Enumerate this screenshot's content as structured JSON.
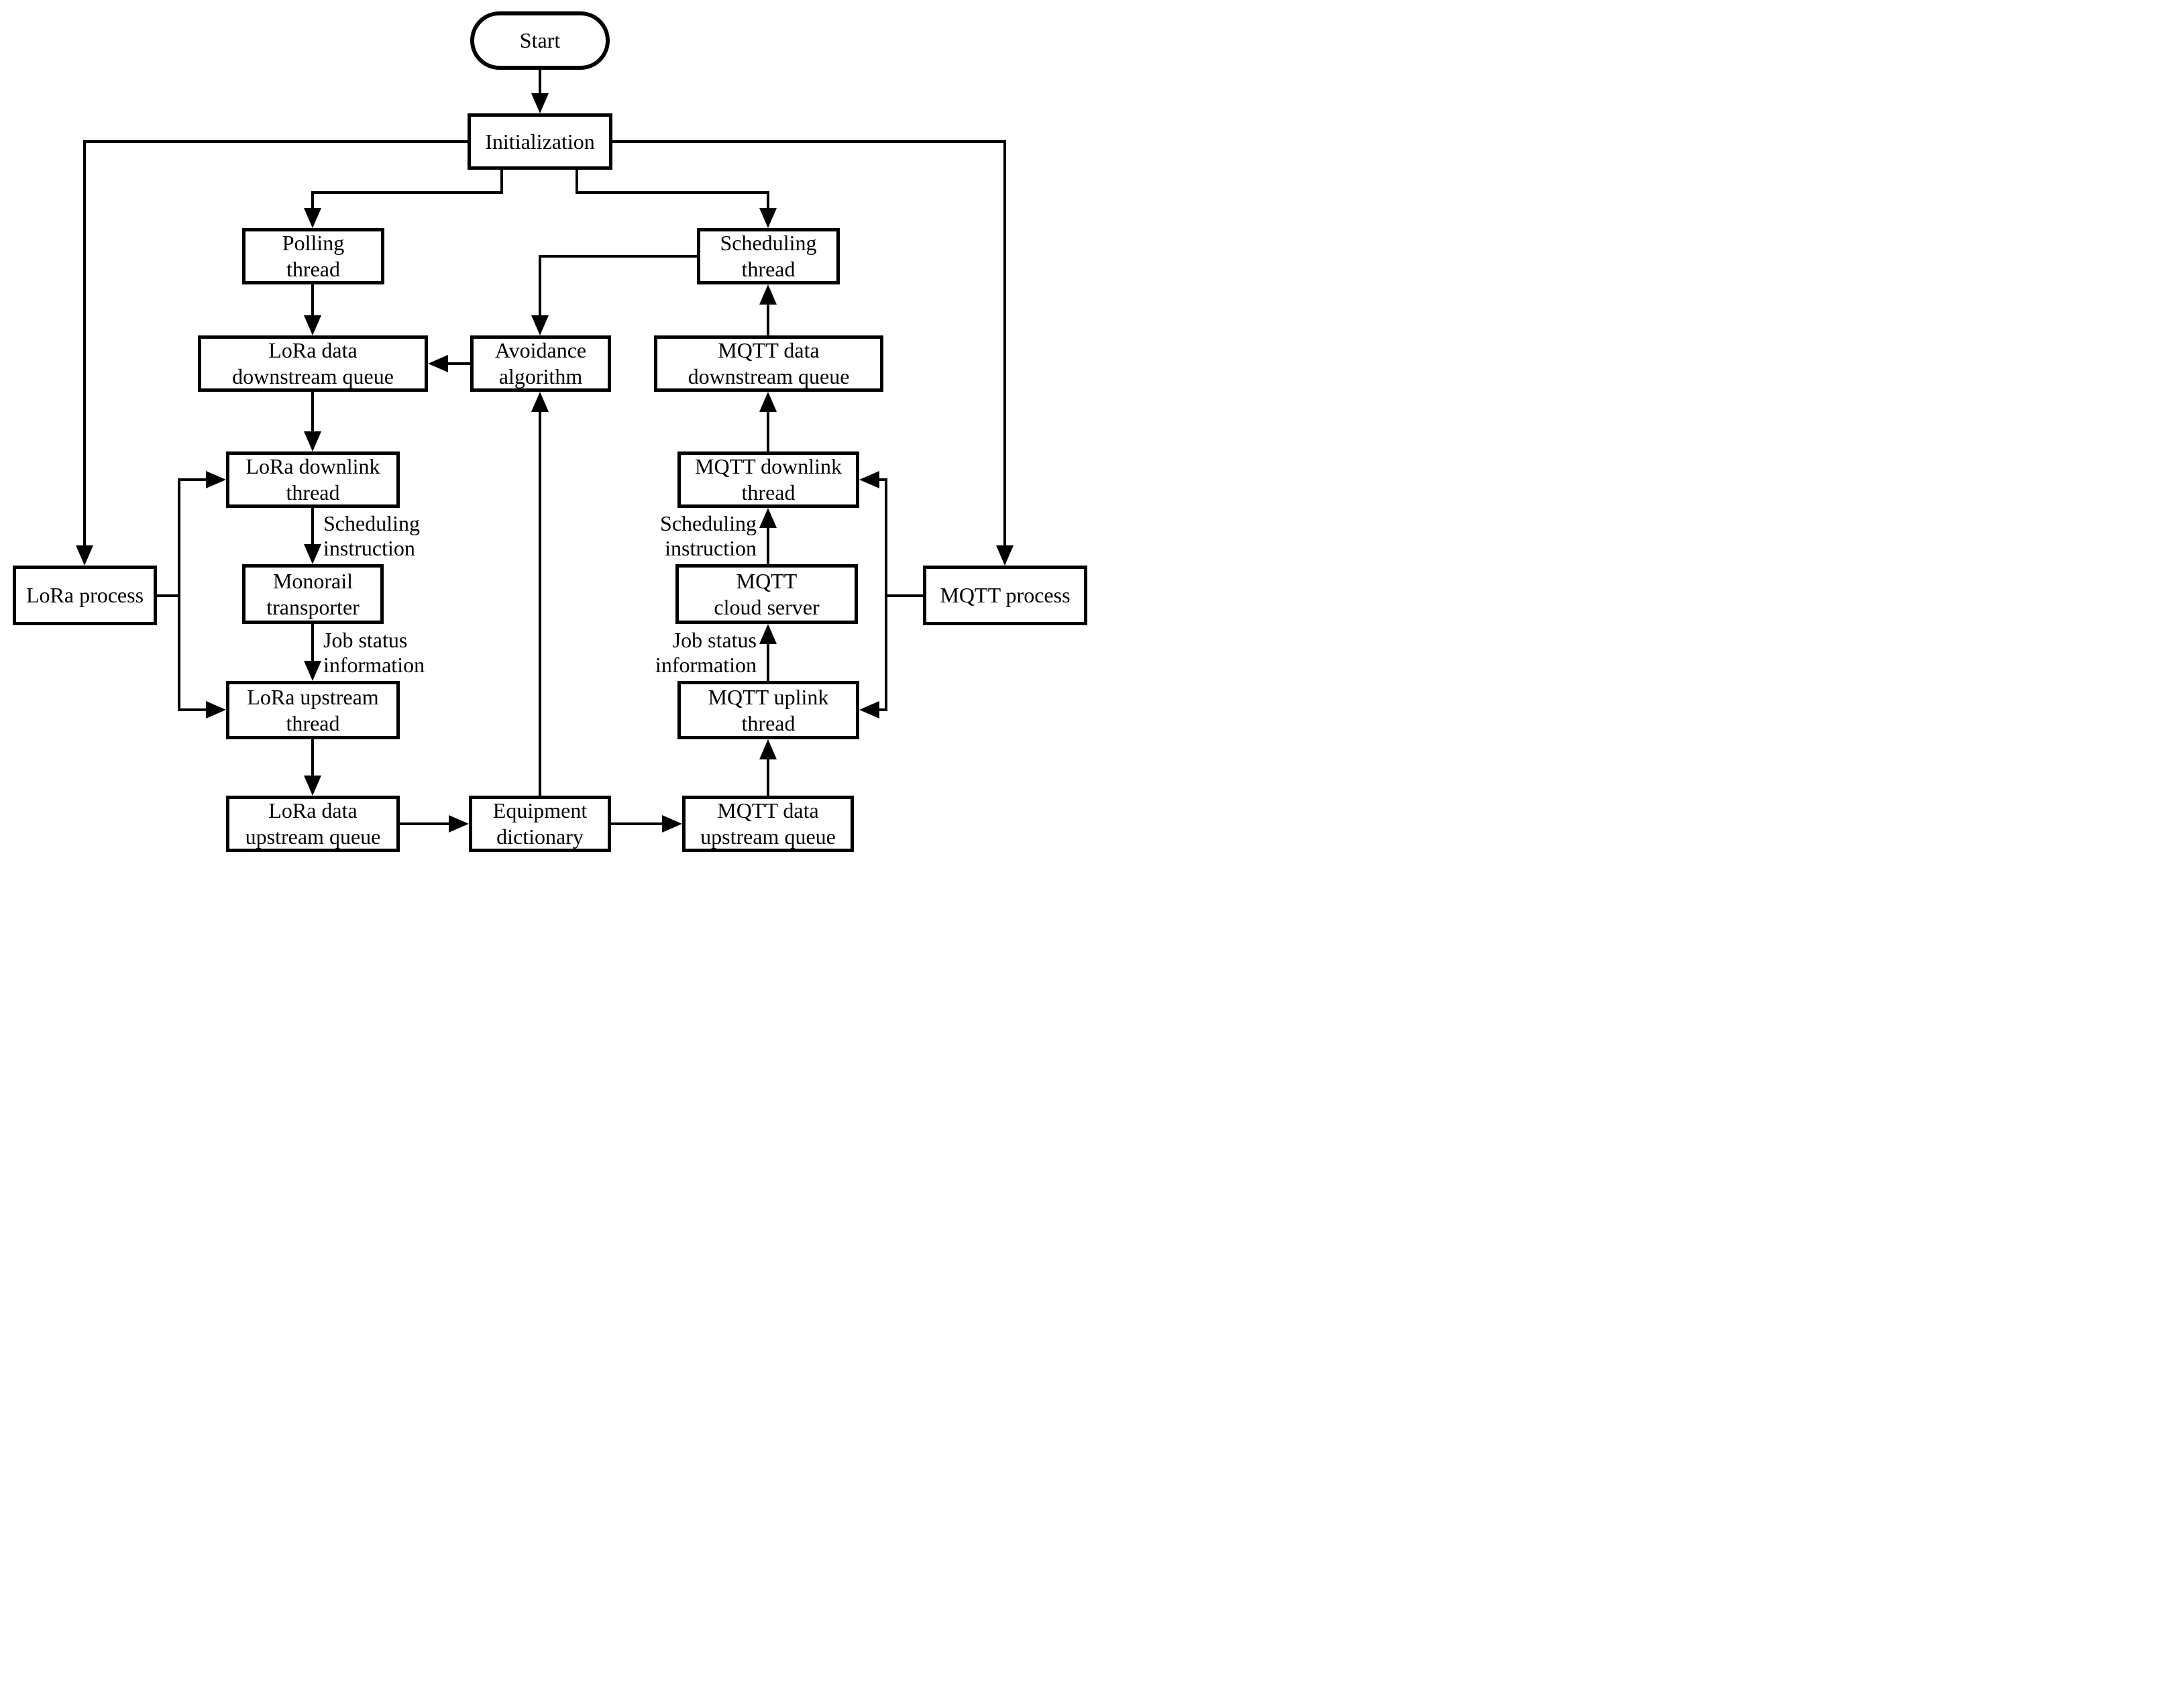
{
  "colors": {
    "line": "#000000",
    "background": "#ffffff",
    "box_fill": "#ffffff",
    "text": "#000000"
  },
  "nodes": {
    "start": {
      "label": "Start",
      "shape": "terminator"
    },
    "initialization": {
      "label": "Initialization",
      "shape": "process"
    },
    "polling_thread": {
      "label": "Polling\nthread",
      "shape": "process"
    },
    "scheduling_thread": {
      "label": "Scheduling\nthread",
      "shape": "process"
    },
    "lora_data_downstream_queue": {
      "label": "LoRa data\ndownstream queue",
      "shape": "process"
    },
    "avoidance_algorithm": {
      "label": "Avoidance\nalgorithm",
      "shape": "process"
    },
    "mqtt_data_downstream_queue": {
      "label": "MQTT data\ndownstream queue",
      "shape": "process"
    },
    "lora_downlink_thread": {
      "label": "LoRa downlink\nthread",
      "shape": "process"
    },
    "mqtt_downlink_thread": {
      "label": "MQTT downlink\nthread",
      "shape": "process"
    },
    "lora_process": {
      "label": "LoRa process",
      "shape": "process"
    },
    "monorail_transporter": {
      "label": "Monorail\ntransporter",
      "shape": "process"
    },
    "mqtt_cloud_server": {
      "label": "MQTT\ncloud server",
      "shape": "process"
    },
    "mqtt_process": {
      "label": "MQTT process",
      "shape": "process"
    },
    "lora_upstream_thread": {
      "label": "LoRa upstream\nthread",
      "shape": "process"
    },
    "mqtt_uplink_thread": {
      "label": "MQTT uplink\nthread",
      "shape": "process"
    },
    "lora_data_upstream_queue": {
      "label": "LoRa data\nupstream queue",
      "shape": "process"
    },
    "equipment_dictionary": {
      "label": "Equipment\ndictionary",
      "shape": "process"
    },
    "mqtt_data_upstream_queue": {
      "label": "MQTT data\nupstream queue",
      "shape": "process"
    }
  },
  "edge_labels": {
    "lora_scheduling_instruction": "Scheduling\ninstruction",
    "lora_job_status_information": "Job status\ninformation",
    "mqtt_scheduling_instruction": "Scheduling\ninstruction",
    "mqtt_job_status_information": "Job status\ninformation"
  },
  "edges": [
    {
      "from": "start",
      "to": "initialization"
    },
    {
      "from": "initialization",
      "to": "polling_thread"
    },
    {
      "from": "initialization",
      "to": "scheduling_thread"
    },
    {
      "from": "initialization",
      "to": "lora_process"
    },
    {
      "from": "initialization",
      "to": "mqtt_process"
    },
    {
      "from": "polling_thread",
      "to": "lora_data_downstream_queue"
    },
    {
      "from": "scheduling_thread",
      "to": "avoidance_algorithm"
    },
    {
      "from": "avoidance_algorithm",
      "to": "lora_data_downstream_queue"
    },
    {
      "from": "mqtt_data_downstream_queue",
      "to": "scheduling_thread"
    },
    {
      "from": "lora_data_downstream_queue",
      "to": "lora_downlink_thread"
    },
    {
      "from": "lora_downlink_thread",
      "to": "monorail_transporter",
      "label": "lora_scheduling_instruction"
    },
    {
      "from": "monorail_transporter",
      "to": "lora_upstream_thread",
      "label": "lora_job_status_information"
    },
    {
      "from": "lora_upstream_thread",
      "to": "lora_data_upstream_queue"
    },
    {
      "from": "lora_data_upstream_queue",
      "to": "equipment_dictionary"
    },
    {
      "from": "equipment_dictionary",
      "to": "mqtt_data_upstream_queue"
    },
    {
      "from": "equipment_dictionary",
      "to": "avoidance_algorithm"
    },
    {
      "from": "mqtt_data_upstream_queue",
      "to": "mqtt_uplink_thread"
    },
    {
      "from": "mqtt_uplink_thread",
      "to": "mqtt_cloud_server",
      "label": "mqtt_job_status_information"
    },
    {
      "from": "mqtt_cloud_server",
      "to": "mqtt_downlink_thread",
      "label": "mqtt_scheduling_instruction"
    },
    {
      "from": "mqtt_downlink_thread",
      "to": "mqtt_data_downstream_queue"
    },
    {
      "from": "lora_process",
      "to": "lora_downlink_thread"
    },
    {
      "from": "lora_process",
      "to": "lora_upstream_thread"
    },
    {
      "from": "mqtt_process",
      "to": "mqtt_downlink_thread"
    },
    {
      "from": "mqtt_process",
      "to": "mqtt_uplink_thread"
    }
  ]
}
